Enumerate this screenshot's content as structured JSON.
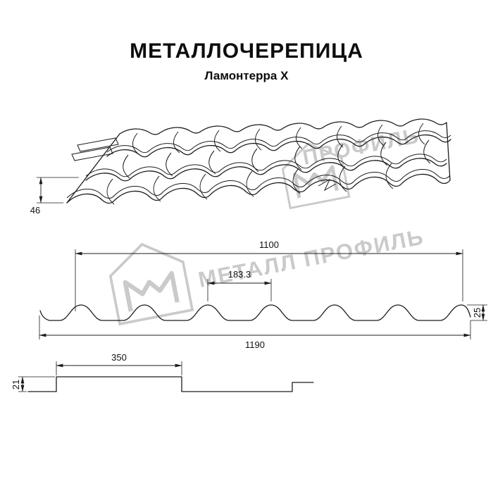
{
  "title": "МЕТАЛЛОЧЕРЕПИЦА",
  "subtitle": "Ламонтерра X",
  "watermark": {
    "text": "МЕТАЛЛ ПРОФИЛЬ",
    "fragment": "ПРОФИЛЬ",
    "color": "#c8cacc"
  },
  "colors": {
    "line": "#1c1c1c",
    "background": "#ffffff"
  },
  "perspective_view": {
    "height_label": "46"
  },
  "cross_section": {
    "cover_width": "1100",
    "wave_step": "183.3",
    "profile_height": "25",
    "full_width": "1190"
  },
  "step_detail": {
    "module_length": "350",
    "step_height": "21"
  }
}
